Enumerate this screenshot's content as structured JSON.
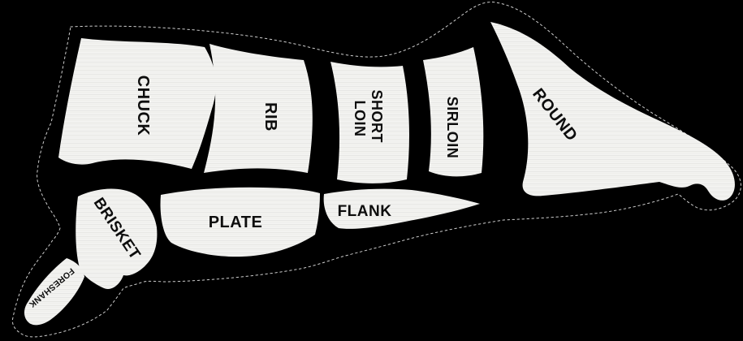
{
  "diagram": {
    "colors": {
      "background": "#000000",
      "cut_fill": "#f3f3f1",
      "cut_texture_line_dark": "#e6e6e3",
      "cut_texture_line_light": "#ededea",
      "outline": "#d8d8d8",
      "label": "#0d0d0d"
    },
    "cuts": [
      {
        "id": "chuck",
        "label": "CHUCK"
      },
      {
        "id": "rib",
        "label": "RIB"
      },
      {
        "id": "short-loin",
        "label": "SHORT LOIN",
        "line1": "SHORT",
        "line2": "LOIN"
      },
      {
        "id": "sirloin",
        "label": "SIRLOIN"
      },
      {
        "id": "round",
        "label": "ROUND"
      },
      {
        "id": "brisket",
        "label": "BRISKET"
      },
      {
        "id": "plate",
        "label": "PLATE"
      },
      {
        "id": "flank",
        "label": "FLANK"
      },
      {
        "id": "foreshank",
        "label": "FORESHANK"
      }
    ]
  }
}
